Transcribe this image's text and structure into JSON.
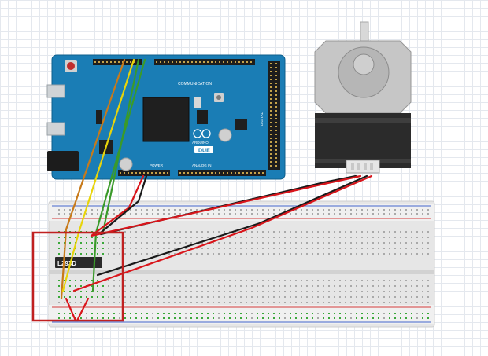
{
  "arduino": {
    "model_label": "DUE",
    "logo_text": "ARDUINO",
    "header_labels": {
      "communication": "COMMUNICATION",
      "power": "POWER",
      "analog_in": "ANALOG IN",
      "digital": "DIGITAL"
    }
  },
  "driver_ic": {
    "label": "L293D"
  },
  "colors": {
    "board": "#1a7db5",
    "breadboard": "#e6e6e6",
    "rail_red": "#d43c3c",
    "rail_blue": "#4466cc",
    "wire_red": "#d9151b",
    "wire_black": "#1a1a1a",
    "wire_yellow": "#e8d40a",
    "wire_green": "#3a9a2a",
    "wire_orange": "#c87a1a",
    "annotation": "#c02020"
  },
  "icons": [
    "motor-shaft-icon",
    "reset-button-icon",
    "usb-port-icon",
    "power-jack-icon"
  ]
}
